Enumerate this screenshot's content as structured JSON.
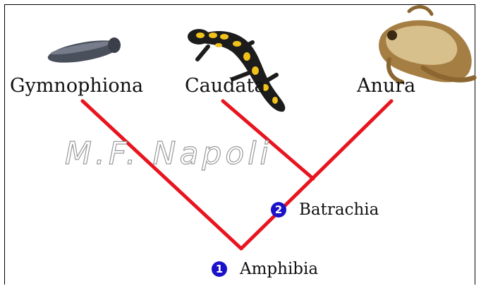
{
  "taxa": {
    "gymnophiona": "Gymnophiona",
    "caudata": "Caudata",
    "anura": "Anura"
  },
  "nodes": [
    {
      "number": "1",
      "label": "Amphibia"
    },
    {
      "number": "2",
      "label": "Batrachia"
    }
  ],
  "watermark": "M.F. Napoli",
  "colors": {
    "branch": "#e8141e",
    "node_marker": "#1a12c9"
  },
  "illustrations": [
    "caecilian-image",
    "salamander-image",
    "frog-image"
  ]
}
